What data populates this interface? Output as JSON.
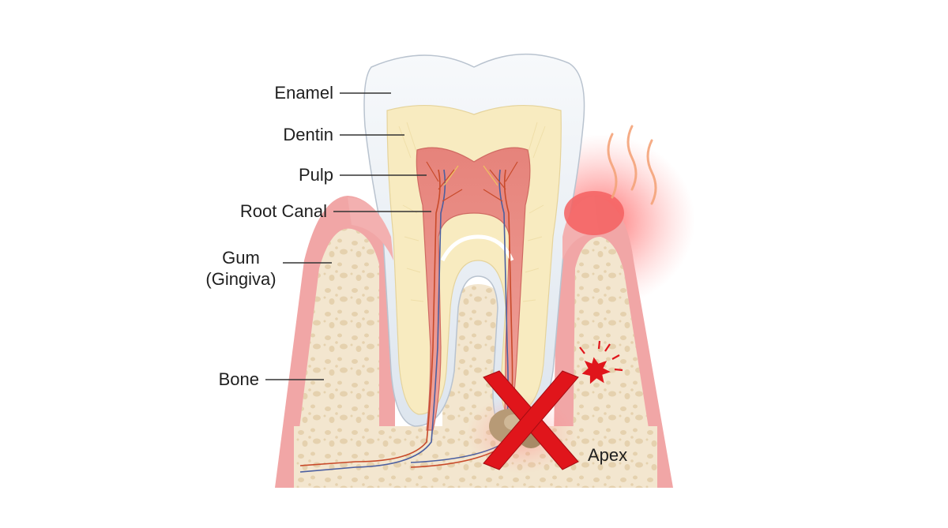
{
  "labels": {
    "enamel": "Enamel",
    "dentin": "Dentin",
    "pulp": "Pulp",
    "root_canal": "Root Canal",
    "gum_line1": "Gum",
    "gum_line2": "(Gingiva)",
    "bone": "Bone",
    "apex": "Apex"
  },
  "colors": {
    "enamel": "#eef2f6",
    "dentin": "#f8ecc2",
    "pulp": "#e27a74",
    "gum": "#f0a3a3",
    "bone": "#f3e6cf",
    "bone_pores": "#e2cfae",
    "inflammation": "#f24d4d",
    "cross": "#e0151b",
    "nerve": "#c84a2a",
    "vein": "#4b5fa0",
    "heat_wave": "#f4a47a"
  },
  "icons": {
    "failure_marker": "red-x-icon",
    "pain_marker": "pain-burst-icon",
    "heat_marker": "heat-waves-icon"
  }
}
